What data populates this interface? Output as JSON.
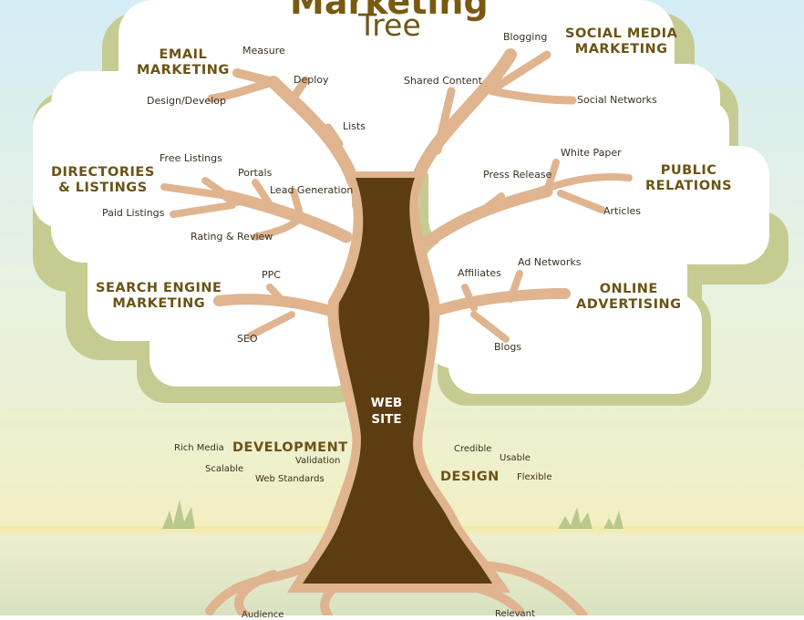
{
  "title": {
    "line1": "Marketing",
    "line2": "Tree"
  },
  "trunk": {
    "line1": "WEB",
    "line2": "SITE"
  },
  "categories": {
    "email": {
      "line1": "EMAIL",
      "line2": "MARKETING"
    },
    "social": {
      "line1": "SOCIAL MEDIA",
      "line2": "MARKETING"
    },
    "directories": {
      "line1": "DIRECTORIES",
      "line2": "& LISTINGS"
    },
    "public_relations": {
      "line1": "PUBLIC",
      "line2": "RELATIONS"
    },
    "search": {
      "line1": "SEARCH ENGINE",
      "line2": "MARKETING"
    },
    "online": {
      "line1": "ONLINE",
      "line2": "ADVERTISING"
    },
    "development": {
      "line1": "DEVELOPMENT"
    },
    "design": {
      "line1": "DESIGN"
    }
  },
  "items": {
    "email": [
      "Measure",
      "Deploy",
      "Design/Develop",
      "Lists"
    ],
    "social": [
      "Blogging",
      "Shared Content",
      "Social Networks"
    ],
    "directories": [
      "Free Listings",
      "Portals",
      "Lead Generation",
      "Paid Listings",
      "Rating & Review"
    ],
    "public_relations": [
      "White Paper",
      "Press Release",
      "Articles"
    ],
    "search": [
      "PPC",
      "SEO"
    ],
    "online": [
      "Affiliates",
      "Ad Networks",
      "Blogs"
    ],
    "development": [
      "Rich Media",
      "Validation",
      "Scalable",
      "Web Standards"
    ],
    "design": [
      "Credible",
      "Usable",
      "Flexible"
    ],
    "roots": [
      "Audience",
      "Relevant"
    ]
  },
  "colors": {
    "sky_top": "#d4ecf5",
    "ground": "#eaf0c8",
    "grass_band": "#f3e9a6",
    "cloud_shadow": "#c6cb92",
    "cloud": "#ffffff",
    "branch": "#e0b48f",
    "trunk": "#5c3d12",
    "heading": "#6b5315",
    "item_text": "#3a3020"
  }
}
